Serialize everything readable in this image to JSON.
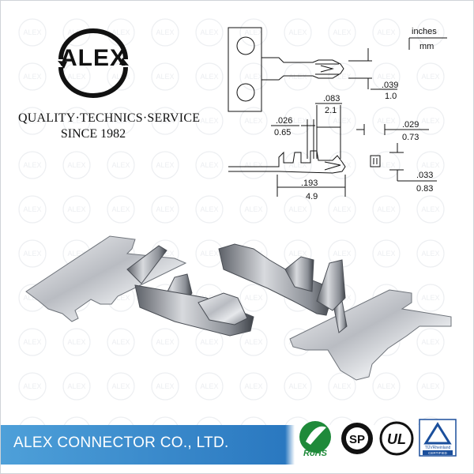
{
  "brand": {
    "logo_text": "ALEX",
    "tagline": "QUALITY·TECHNICS·SERVICE",
    "since": "SINCE 1982",
    "watermark_text": "ALEX"
  },
  "drawing": {
    "unit_top": "inches",
    "unit_bottom": "mm",
    "dims": [
      {
        "in": ".039",
        "mm": "1.0"
      },
      {
        "in": ".083",
        "mm": "2.1"
      },
      {
        "in": ".026",
        "mm": "0.65"
      },
      {
        "in": ".029",
        "mm": "0.73"
      },
      {
        "in": ".033",
        "mm": "0.83"
      },
      {
        "in": ".193",
        "mm": "4.9"
      }
    ]
  },
  "footer": {
    "company": "ALEX CONNECTOR CO., LTD."
  },
  "certifications": [
    {
      "name": "rohs-icon",
      "label": "RoHS"
    },
    {
      "name": "csa-icon",
      "label": "SP"
    },
    {
      "name": "ul-icon",
      "label": "UL"
    },
    {
      "name": "tuv-icon",
      "label": "TÜVRheinland",
      "sub": "CERTIFIED"
    }
  ],
  "colors": {
    "footer_blue": "#2a78c0",
    "footer_light": "#4ea0d9",
    "rohs_green": "#1f8a3a",
    "tuv_blue": "#1b4f9c"
  }
}
